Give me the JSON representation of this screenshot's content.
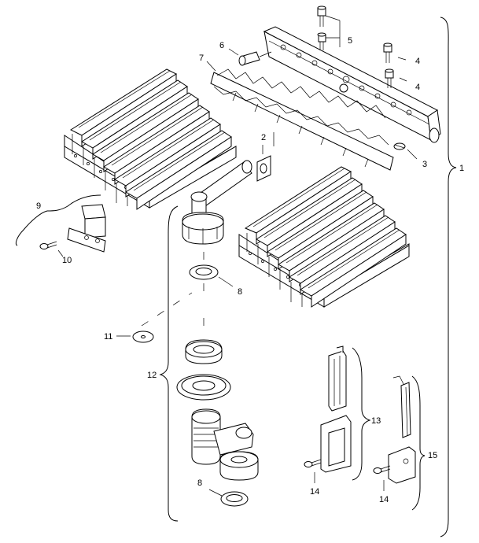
{
  "diagram": {
    "callouts": [
      {
        "id": "c1",
        "label": "1"
      },
      {
        "id": "c2",
        "label": "2"
      },
      {
        "id": "c3",
        "label": "3"
      },
      {
        "id": "c4a",
        "label": "4"
      },
      {
        "id": "c4b",
        "label": "4"
      },
      {
        "id": "c5",
        "label": "5"
      },
      {
        "id": "c6",
        "label": "6"
      },
      {
        "id": "c7",
        "label": "7"
      },
      {
        "id": "c8a",
        "label": "8"
      },
      {
        "id": "c8b",
        "label": "8"
      },
      {
        "id": "c9",
        "label": "9"
      },
      {
        "id": "c10",
        "label": "10"
      },
      {
        "id": "c11",
        "label": "11"
      },
      {
        "id": "c12",
        "label": "12"
      },
      {
        "id": "c13",
        "label": "13"
      },
      {
        "id": "c14a",
        "label": "14"
      },
      {
        "id": "c14b",
        "label": "14"
      },
      {
        "id": "c15",
        "label": "15"
      }
    ]
  }
}
